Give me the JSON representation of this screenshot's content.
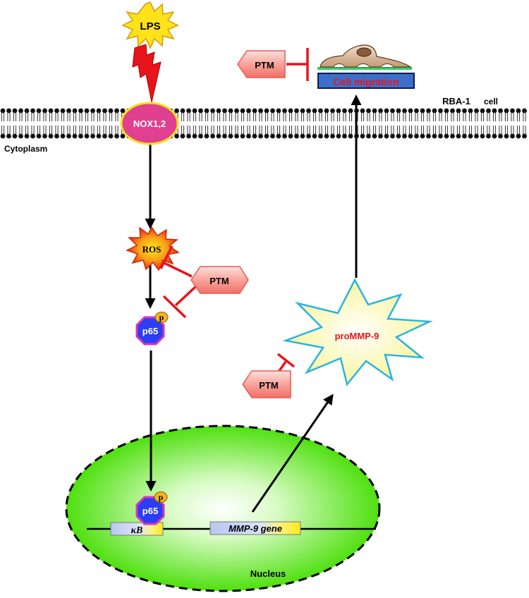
{
  "diagram": {
    "stimulus": "LPS",
    "receptor": "NOX1,2",
    "cell_label": "RBA-1",
    "cell_word": "cell",
    "compartment": "Cytoplasm",
    "ros": "ROS",
    "inhibitor": "PTM",
    "phospho": "p",
    "transcription_factor": "p65",
    "kb_label": "κB",
    "gene": "MMP-9 gene",
    "protein": "proMMP-9",
    "outcome": "Cell migration",
    "nucleus": "Nucleus"
  },
  "colors": {
    "inhibition": "#e8141c",
    "nox": "#e0408f",
    "nox_border": "#f4e21a",
    "p65": "#2b3df5",
    "p65_border": "#d437b8",
    "phospho": "#f6b21a",
    "nucleus": "#4fe00f",
    "ros": "#f04a12",
    "lps": "#ffe21a",
    "outcome_box": "#3d6fc9",
    "promm9_fill": "#fefcc8",
    "promm9_border": "#29b4e6"
  }
}
